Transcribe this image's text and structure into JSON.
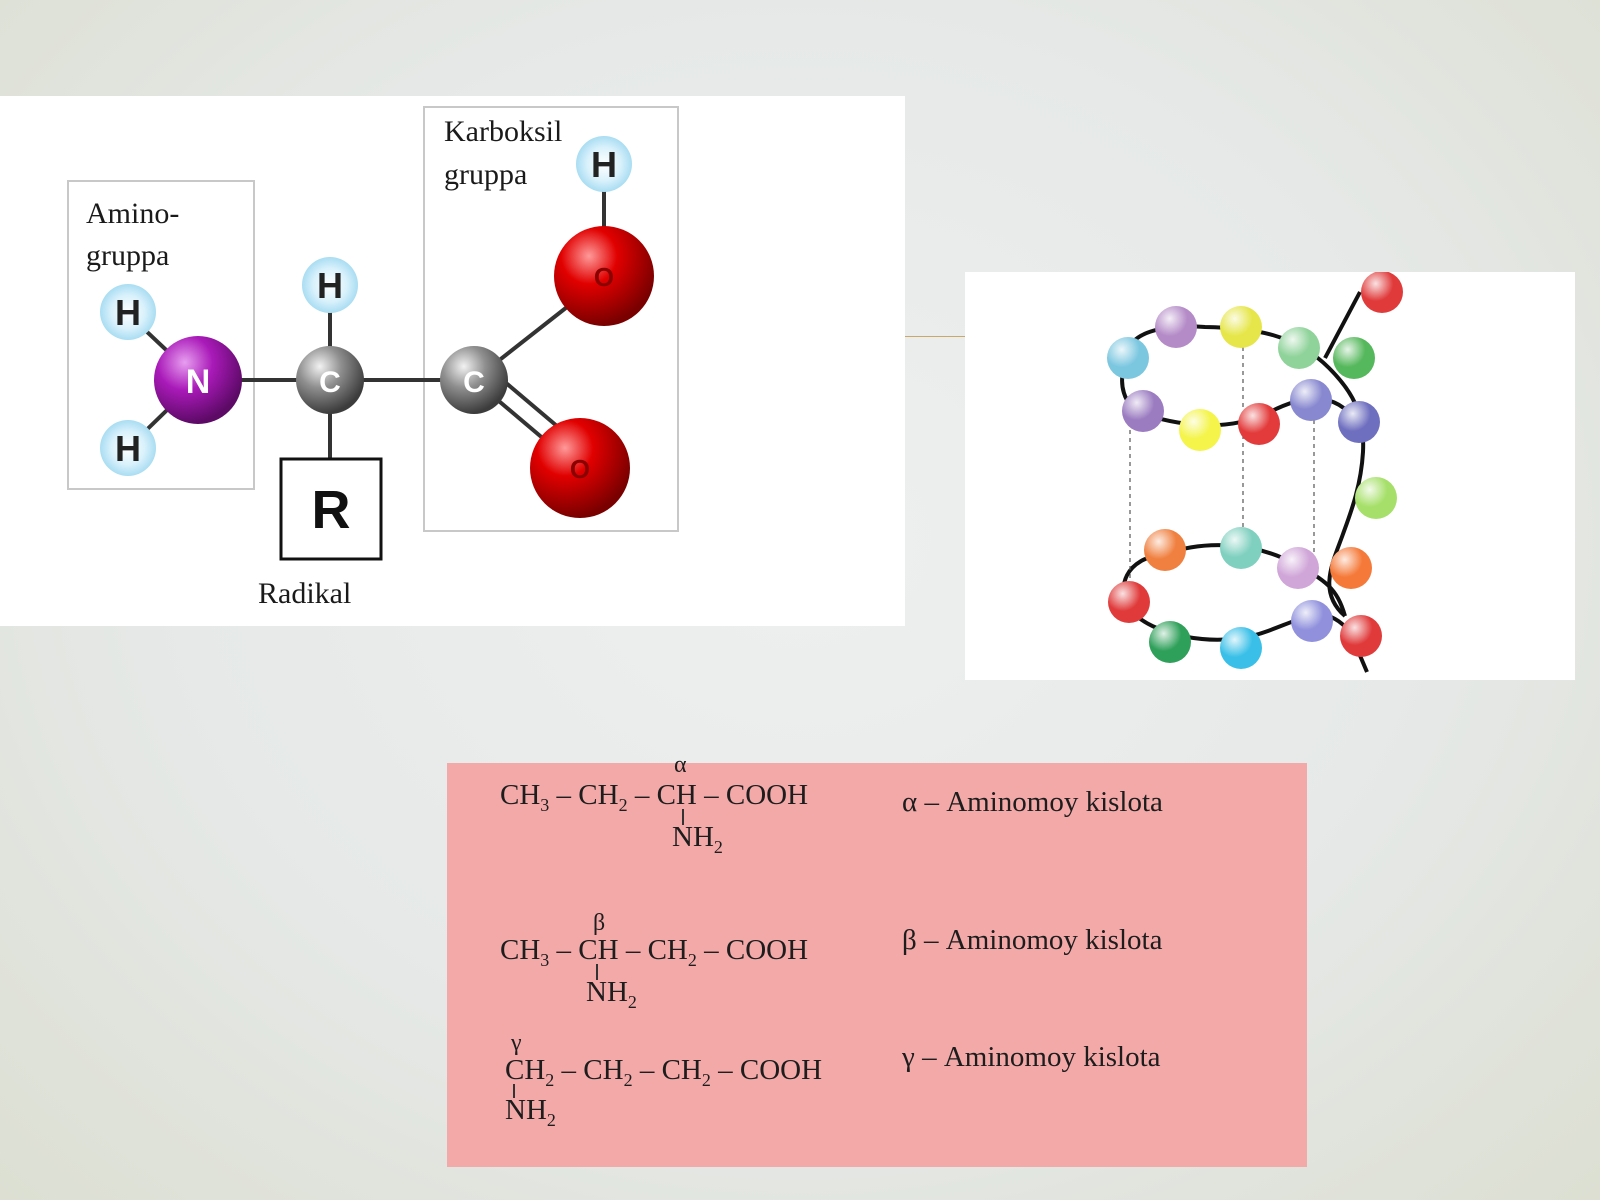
{
  "amino_acid_diagram": {
    "amino_label_1": "Amino-",
    "amino_label_2": "gruppa",
    "carboxyl_label_1": "Karboksil",
    "carboxyl_label_2": "gruppa",
    "radical_label": "Radikal",
    "radical_symbol": "R",
    "atoms": {
      "hydrogen": "H",
      "nitrogen": "N",
      "carbon": "C",
      "oxygen": "O"
    },
    "colors": {
      "nitrogen": "#9a12a8",
      "carbon": "#8a8a8a",
      "oxygen": "#e00000",
      "hydrogen": "#bde7f7"
    }
  },
  "formulas": [
    {
      "greek": "α",
      "parts": [
        "CH",
        "3",
        " – CH",
        "2",
        " – ",
        "CH",
        " – COOH"
      ],
      "substituent": "NH",
      "substituent_sub": "2",
      "name_greek": "α",
      "name": "– Aminomoy kislota"
    },
    {
      "greek": "β",
      "parts": [
        "CH",
        "3",
        " – ",
        "CH",
        " – CH",
        "2",
        " – COOH"
      ],
      "substituent": "NH",
      "substituent_sub": "2",
      "name_greek": "β",
      "name": "– Aminomoy kislota"
    },
    {
      "greek": "γ",
      "parts": [
        "CH",
        "2",
        " – CH",
        "2",
        " – CH",
        "2",
        " – COOH"
      ],
      "substituent": "NH",
      "substituent_sub": "2",
      "name_greek": "γ",
      "name": "– Aminomoy kislota"
    }
  ],
  "helix_colors": [
    "#e03a3a",
    "#b48bc7",
    "#e6e64a",
    "#8fd39a",
    "#56b85c",
    "#7cc7e0",
    "#9b7cc0",
    "#f4f44a",
    "#e33",
    "#8888d0",
    "#6f6fc0",
    "#a6e06a",
    "#f08040",
    "#80d0c0",
    "#d0a6d8",
    "#f57a3a",
    "#e03a3a",
    "#2fa05a",
    "#3ac0e8",
    "#9090dd"
  ]
}
